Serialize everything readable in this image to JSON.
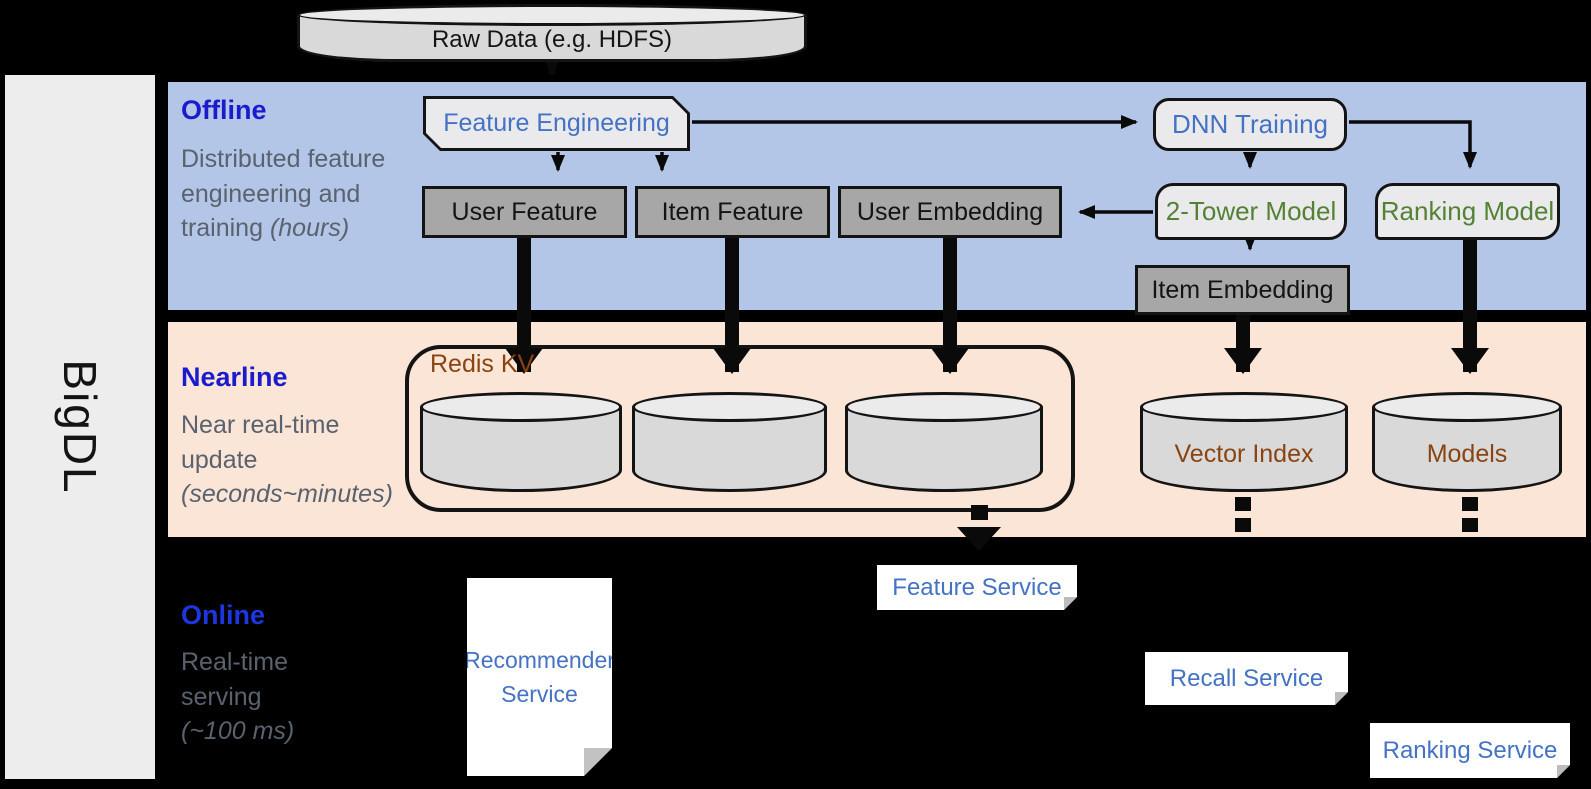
{
  "brand": {
    "label": "BigDL"
  },
  "datastore": {
    "raw_data": "Raw Data (e.g. HDFS)"
  },
  "lanes": {
    "offline": {
      "title": "Offline",
      "subtitle": "Distributed feature engineering and training",
      "duration": "(hours)"
    },
    "nearline": {
      "title": "Nearline",
      "subtitle": "Near real-time update",
      "duration": "(seconds~minutes)"
    },
    "online": {
      "title": "Online",
      "subtitle": "Real-time serving",
      "duration": "(~100 ms)"
    }
  },
  "offline": {
    "feature_engineering": "Feature Engineering",
    "dnn_training": "DNN Training",
    "user_feature": "User Feature",
    "item_feature": "Item Feature",
    "user_embedding": "User Embedding",
    "two_tower_model": "2-Tower Model",
    "ranking_model": "Ranking Model",
    "item_embedding": "Item Embedding"
  },
  "nearline": {
    "redis_kv": "Redis KV",
    "vector_index": "Vector Index",
    "models": "Models"
  },
  "online": {
    "recommender_service": "Recommender Service",
    "feature_service": "Feature Service",
    "recall_service": "Recall Service",
    "ranking_service": "Ranking Service"
  },
  "colors": {
    "lane_offline_bg": "#b3c6e7",
    "lane_nearline_bg": "#fbe5d6",
    "lane_online_bg": "#000000",
    "lane_title_blue": "#1b1bce",
    "lane_subtitle_gray": "#59626e",
    "box_gray": "#a7a7a7",
    "shape_light_gray": "#eaeaec",
    "cylinder_gray": "#d9d9d9",
    "text_blue": "#4472c4",
    "text_green": "#548235",
    "text_brown": "#8a4412",
    "arrow_black": "#0a0a0a",
    "brand_bar_gray": "#ededed"
  }
}
